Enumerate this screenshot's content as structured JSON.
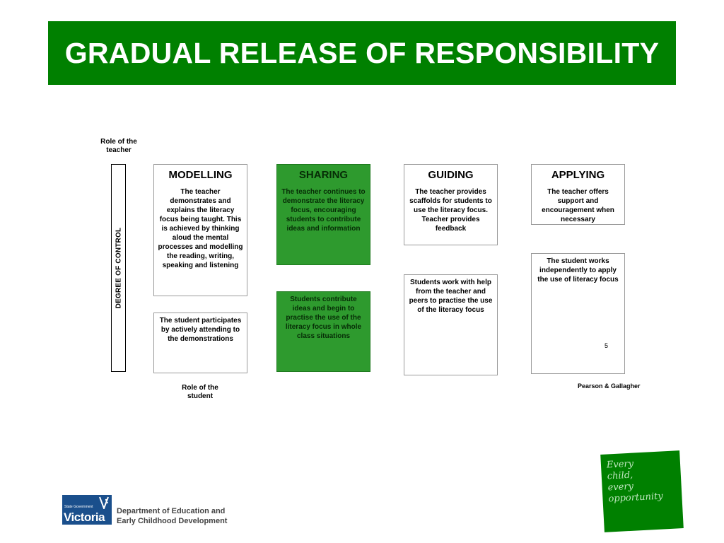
{
  "title": "GRADUAL RELEASE OF RESPONSIBILITY",
  "role_teacher_label": "Role of the teacher",
  "role_student_label": "Role of the student",
  "axis_label": "DEGREE OF CONTROL",
  "stages": [
    {
      "heading": "MODELLING",
      "teacher": "The teacher demonstrates and explains the literacy focus being taught. This is achieved by thinking aloud the mental processes and modelling the reading, writing, speaking and listening",
      "student": "The student participates by actively attending to the demonstrations"
    },
    {
      "heading": "SHARING",
      "teacher": "The teacher continues to demonstrate the literacy focus, encouraging students to contribute ideas and information",
      "student": "Students contribute ideas and begin to practise the use of the literacy focus in whole class situations"
    },
    {
      "heading": "GUIDING",
      "teacher": "The teacher provides scaffolds for students to use the literacy focus. Teacher provides feedback",
      "student": "Students work with help from the teacher and peers to practise the use of the literacy focus"
    },
    {
      "heading": "APPLYING",
      "teacher": "The teacher offers support and encouragement when necessary",
      "student": "The student works independently to apply the use of literacy focus"
    }
  ],
  "page_number": "5",
  "attribution": "Pearson & Gallagher",
  "slogan": "Every\nchild,\nevery\nopportunity",
  "logo": {
    "small_text": "State Government",
    "big_text": "Victoria"
  },
  "department": "Department of Education and\nEarly Childhood Development",
  "colors": {
    "title_bg": "#008000",
    "sharing_bg": "#2e9a2e",
    "logo_bg": "#1a4f8c"
  }
}
